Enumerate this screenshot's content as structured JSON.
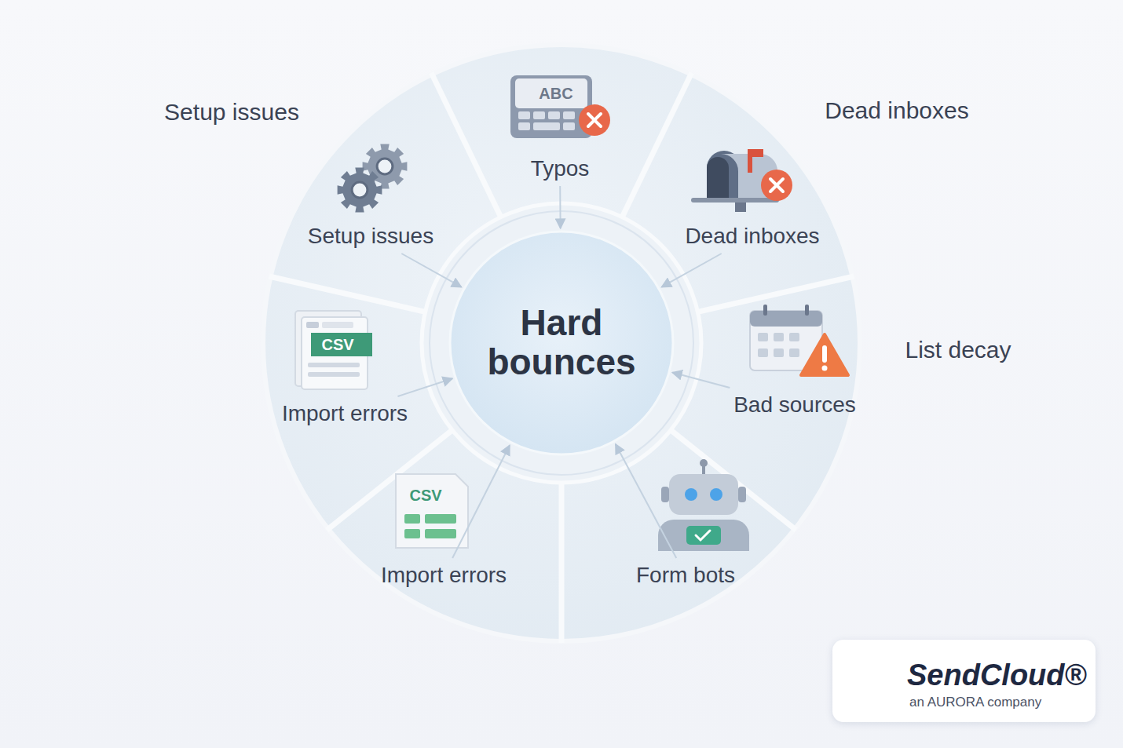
{
  "diagram": {
    "nodes": [
      {
        "text": [
          "Hard bounces"
        ]
      },
      {
        "text": [
          "Typos"
        ]
      },
      {
        "text": [
          "Dead inboxes"
        ]
      },
      {
        "text": [
          "Bad sources"
        ]
      },
      {
        "text": [
          "Form bots"
        ]
      },
      {
        "text": [
          "Import errors"
        ]
      },
      {
        "text": [
          "Import errors"
        ]
      },
      {
        "text": [
          "Setup issues"
        ]
      },
      {
        "text": [
          "SendCloud®",
          "an AURORA company"
        ]
      }
    ],
    "edges": [
      {
        "from": 1,
        "to": 0,
        "arrow": "to"
      },
      {
        "from": 2,
        "to": 0,
        "arrow": "to"
      },
      {
        "from": 3,
        "to": 0,
        "arrow": "to"
      },
      {
        "from": 4,
        "to": 0,
        "arrow": "to"
      },
      {
        "from": 5,
        "to": 0,
        "arrow": "to"
      },
      {
        "from": 6,
        "to": 0,
        "arrow": "to"
      },
      {
        "from": 7,
        "to": 0,
        "arrow": "to"
      }
    ],
    "labels": [
      "Setup issues",
      "Dead inboxes",
      "List decay",
      "ABC",
      "CSV",
      "CSV"
    ]
  }
}
